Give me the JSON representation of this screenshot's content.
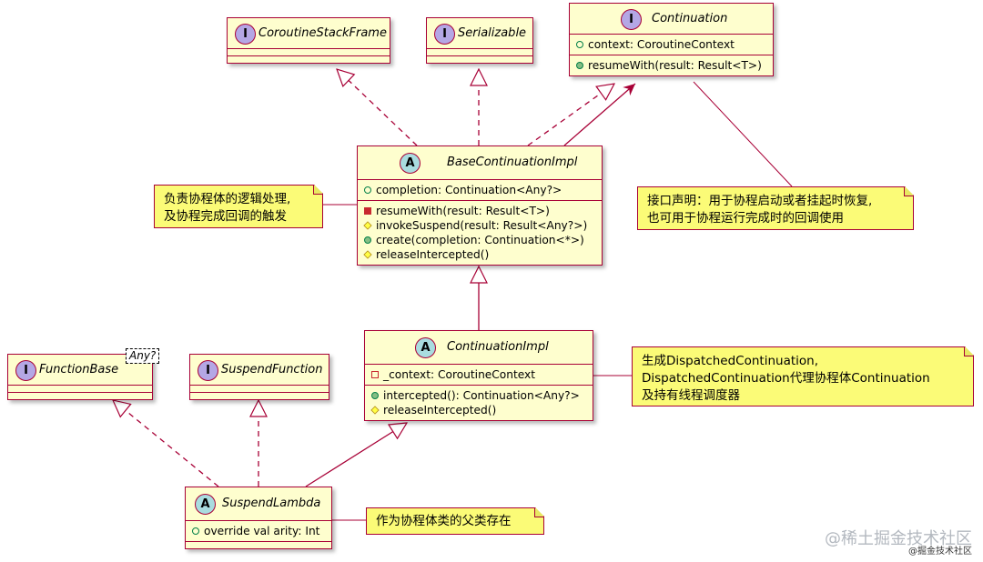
{
  "classes": {
    "coroutine_stack_frame": {
      "stereotype": "I",
      "name": "CoroutineStackFrame"
    },
    "serializable": {
      "stereotype": "I",
      "name": "Serializable"
    },
    "continuation": {
      "stereotype": "I",
      "name": "Continuation",
      "fields": [
        {
          "vis": "pub",
          "text": "context: CoroutineContext"
        }
      ],
      "methods": [
        {
          "vis": "pubf",
          "text": "resumeWith(result: Result<T>)"
        }
      ]
    },
    "base_continuation_impl": {
      "stereotype": "A",
      "name": "BaseContinuationImpl",
      "fields": [
        {
          "vis": "pub",
          "text": "completion: Continuation<Any?>"
        }
      ],
      "methods": [
        {
          "vis": "privf",
          "text": "resumeWith(result: Result<T>)"
        },
        {
          "vis": "prot",
          "text": "invokeSuspend(result: Result<Any?>)"
        },
        {
          "vis": "pubf",
          "text": "create(completion: Continuation<*>)"
        },
        {
          "vis": "prot",
          "text": "releaseIntercepted()"
        }
      ]
    },
    "continuation_impl": {
      "stereotype": "A",
      "name": "ContinuationImpl",
      "fields": [
        {
          "vis": "priv",
          "text": "_context: CoroutineContext"
        }
      ],
      "methods": [
        {
          "vis": "pubf",
          "text": "intercepted(): Continuation<Any?>"
        },
        {
          "vis": "prot",
          "text": "releaseIntercepted()"
        }
      ]
    },
    "function_base": {
      "stereotype": "I",
      "name": "FunctionBase",
      "generic": "Any?"
    },
    "suspend_function": {
      "stereotype": "I",
      "name": "SuspendFunction"
    },
    "suspend_lambda": {
      "stereotype": "A",
      "name": "SuspendLambda",
      "fields": [
        {
          "vis": "pub",
          "text": "override val arity: Int"
        }
      ]
    }
  },
  "notes": {
    "base_note": [
      "负责协程体的逻辑处理,",
      "及协程完成回调的触发"
    ],
    "continuation_note": [
      "接口声明：用于协程启动或者挂起时恢复,",
      "也可用于协程运行完成时的回调使用"
    ],
    "impl_note": [
      "生成DispatchedContinuation,",
      "DispatchedContinuation代理协程体Continuation",
      "及持有线程调度器"
    ],
    "lambda_note": [
      "作为协程体类的父类存在"
    ]
  },
  "watermark": {
    "line1": "@稀土掘金技术社区",
    "line2": "@掘金技术社区"
  },
  "colors": {
    "class_bg": "#fefece",
    "border": "#a80036",
    "note_bg": "#fbfb77",
    "interface_badge": "#b4a7e5",
    "abstract_badge": "#a9dcdf"
  }
}
